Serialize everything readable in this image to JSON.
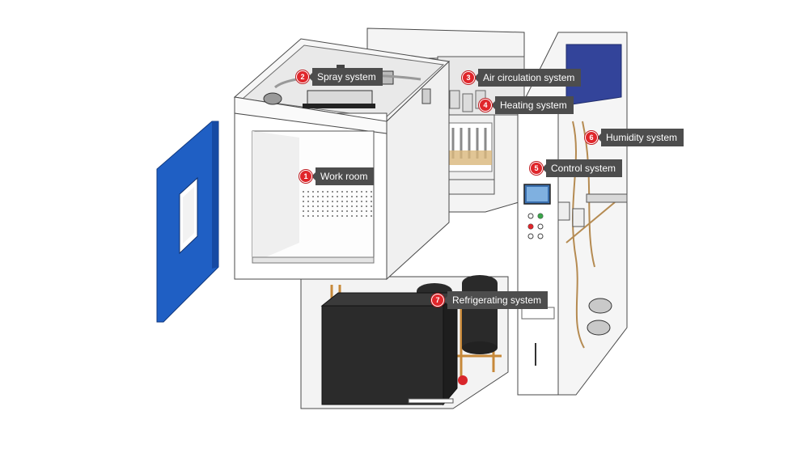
{
  "callouts": [
    {
      "num": "1",
      "label": "Work room"
    },
    {
      "num": "2",
      "label": "Spray system"
    },
    {
      "num": "3",
      "label": "Air circulation system"
    },
    {
      "num": "4",
      "label": "Heating system"
    },
    {
      "num": "5",
      "label": "Control system"
    },
    {
      "num": "6",
      "label": "Humidity system"
    },
    {
      "num": "7",
      "label": "Refrigerating system"
    }
  ],
  "colors": {
    "door_blue": "#1f5fc4",
    "panel_blue": "#33449a",
    "badge_red": "#e0262b",
    "tag_gray": "#4d4d4d",
    "compressor_black": "#2a2a2a",
    "copper": "#c7893a"
  }
}
